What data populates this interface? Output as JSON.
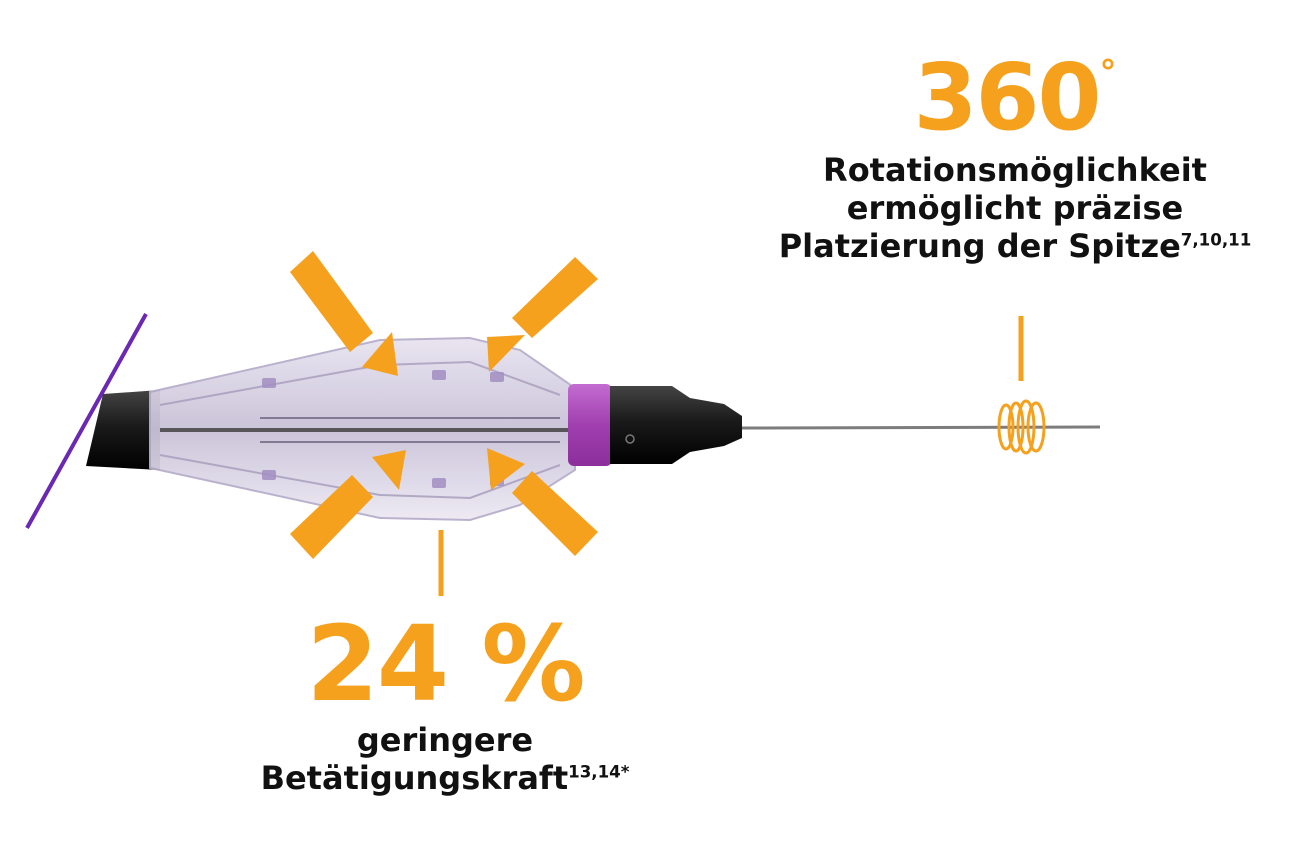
{
  "callouts": {
    "rotation": {
      "value": "360",
      "unit": "°",
      "line1": "Rotationsmöglichkeit",
      "line2": "ermöglicht präzise",
      "line3": "Platzierung der Spitze",
      "refs": "7,10,11"
    },
    "force": {
      "value": "24 %",
      "line1": "geringere",
      "line2": "Betätigungskraft",
      "refs": "13,14*"
    }
  },
  "colors": {
    "accent": "#f5a11d",
    "purple": "#6b28b2",
    "magenta": "#a13fb0",
    "black": "#111111"
  },
  "icons": {
    "squeeze_arrows": "arrow-icon",
    "rotation_spiral": "rotation-icon"
  }
}
